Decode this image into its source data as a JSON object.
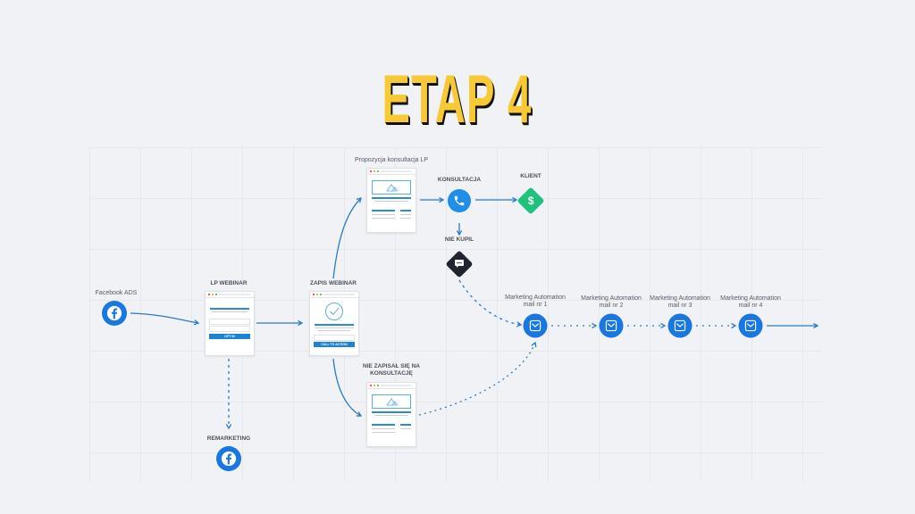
{
  "title": "ETAP 4",
  "colors": {
    "accent": "#1877e0",
    "title": "#f7c934",
    "success": "#1fc27a",
    "dark": "#1f2430",
    "line": "#2a7bc6"
  },
  "nodes": {
    "facebook_ads": {
      "label": "Facebook ADS",
      "icon": "facebook-icon"
    },
    "lp_webinar": {
      "label": "LP WEBINAR",
      "button": "OPT IN"
    },
    "zapis_webinar": {
      "label": "ZAPIS WEBINAR",
      "button": "CALL TO ACTION",
      "icon": "check-circle-icon"
    },
    "propozycja": {
      "label": "Propozycja konsultacja LP",
      "icon": "image-icon"
    },
    "konsultacja": {
      "label": "KONSULTACJA",
      "icon": "phone-icon"
    },
    "klient": {
      "label": "KLIENT",
      "icon": "dollar-icon"
    },
    "nie_kupil": {
      "label": "NIE KUPIL",
      "icon": "chat-icon"
    },
    "nie_zapisal": {
      "label_line1": "NIE ZAPISAŁ SIĘ NA",
      "label_line2": "KONSULTACJĘ",
      "icon": "image-icon"
    },
    "remarketing": {
      "label": "REMARKETING",
      "icon": "facebook-icon"
    },
    "mails": [
      {
        "line1": "Marketing Automation",
        "line2": "mail nr 1"
      },
      {
        "line1": "Marketing Automation",
        "line2": "mail nr 2"
      },
      {
        "line1": "Marketing Automation",
        "line2": "mail nr 3"
      },
      {
        "line1": "Marketing Automation",
        "line2": "mail nr 4"
      }
    ]
  }
}
